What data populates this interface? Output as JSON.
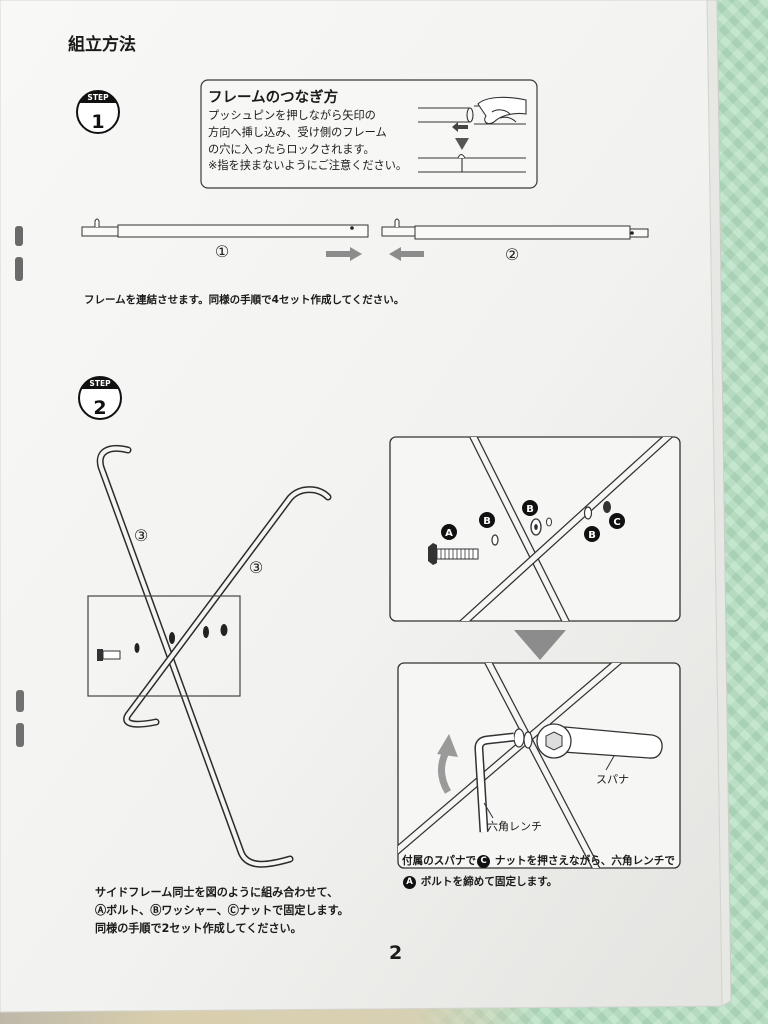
{
  "page": {
    "title": "組立方法",
    "page_number": "2"
  },
  "step1": {
    "badge": {
      "label": "STEP",
      "number": "1"
    },
    "tip_box": {
      "heading": "フレームのつなぎ方",
      "lines": [
        "プッシュピンを押しながら矢印の",
        "方向へ挿し込み、受け側のフレーム",
        "の穴に入ったらロックされます。",
        "※指を挟まないようにご注意ください。"
      ]
    },
    "frame_labels": [
      "①",
      "②"
    ],
    "caption": "フレームを連結させます。同様の手順で4セット作成してください。"
  },
  "step2": {
    "badge": {
      "label": "STEP",
      "number": "2"
    },
    "rod_labels": [
      "③",
      "③"
    ],
    "part_labels": [
      "A",
      "B",
      "B",
      "B",
      "C"
    ],
    "tool_labels": {
      "wrench": "スパナ",
      "hex_key": "六角レンチ"
    },
    "caption_left": [
      "サイドフレーム同士を図のように組み合わせて、",
      "Ⓐボルト、Ⓑワッシャー、Ⓒナットで固定します。",
      "同様の手順で2セット作成してください。"
    ],
    "caption_right": {
      "line1_before": "付属のスパナで",
      "line1_badge": "C",
      "line1_after": "ナットを押さえながら、六角レンチで",
      "line2_badge": "A",
      "line2_after": "ボルトを締めて固定します。"
    }
  },
  "icons": {
    "insert_right": "arrow-right-icon",
    "insert_left": "arrow-left-icon",
    "next_step": "down-triangle-icon",
    "tighten": "rotate-arrow-icon"
  },
  "colors": {
    "paper": "#f3f3f1",
    "ink": "#1b1b1b",
    "arrow_gray": "#8c8c8c",
    "mat_green": "#b4dfc1"
  }
}
